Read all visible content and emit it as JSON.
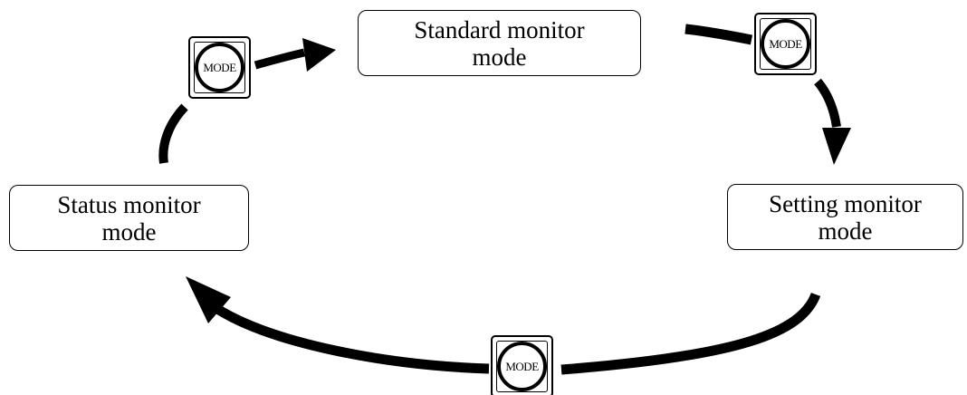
{
  "modes": {
    "standard": {
      "line1": "Standard monitor",
      "line2": "mode"
    },
    "status": {
      "line1": "Status monitor",
      "line2": "mode"
    },
    "setting": {
      "line1": "Setting monitor",
      "line2": "mode"
    }
  },
  "mode_key": {
    "label": "MODE"
  },
  "colors": {
    "stroke": "#000000",
    "background": "#ffffff"
  },
  "transitions": [
    {
      "from": "standard",
      "to": "setting",
      "key": "MODE"
    },
    {
      "from": "setting",
      "to": "status",
      "key": "MODE"
    },
    {
      "from": "status",
      "to": "standard",
      "key": "MODE"
    }
  ]
}
